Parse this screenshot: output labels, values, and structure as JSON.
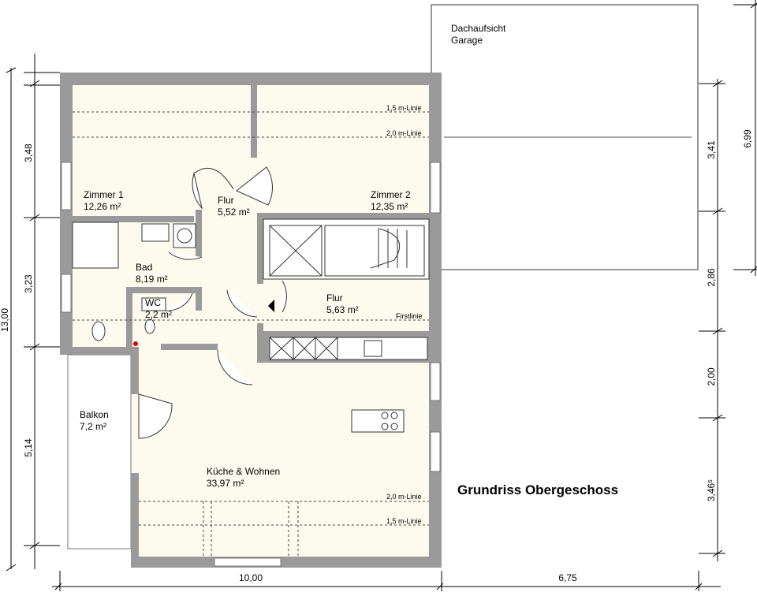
{
  "title": "Grundriss Obergeschoss",
  "garage": {
    "line1": "Dachaufsicht",
    "line2": "Garage"
  },
  "rooms": {
    "zimmer1": {
      "name": "Zimmer 1",
      "area": "12,26 m²"
    },
    "zimmer2": {
      "name": "Zimmer 2",
      "area": "12,35 m²"
    },
    "flur_top": {
      "name": "Flur",
      "area": "5,52 m²"
    },
    "bad": {
      "name": "Bad",
      "area": "8,19 m²"
    },
    "wc": {
      "name": "WC",
      "area": "2,2 m²"
    },
    "flur_mid": {
      "name": "Flur",
      "area": "5,63 m²"
    },
    "balkon": {
      "name": "Balkon",
      "area": "7,2 m²"
    },
    "kueche": {
      "name": "Küche & Wohnen",
      "area": "33,97 m²"
    }
  },
  "lines": {
    "top_15": "1,5 m-Linie",
    "top_20": "2,0 m-Linie",
    "first": "Firstlinie",
    "bot_20": "2,0 m-Linie",
    "bot_15": "1,5 m-Linie"
  },
  "dims": {
    "left_total": "13,00",
    "left_1": "3,48",
    "left_2": "3,23",
    "left_3": "5,14",
    "bottom_1": "10,00",
    "bottom_2": "6,75",
    "right_1": "3,41",
    "right_2": "2,86",
    "right_3": "2,00",
    "right_4": "3,46⁵",
    "right_far": "6,99"
  }
}
